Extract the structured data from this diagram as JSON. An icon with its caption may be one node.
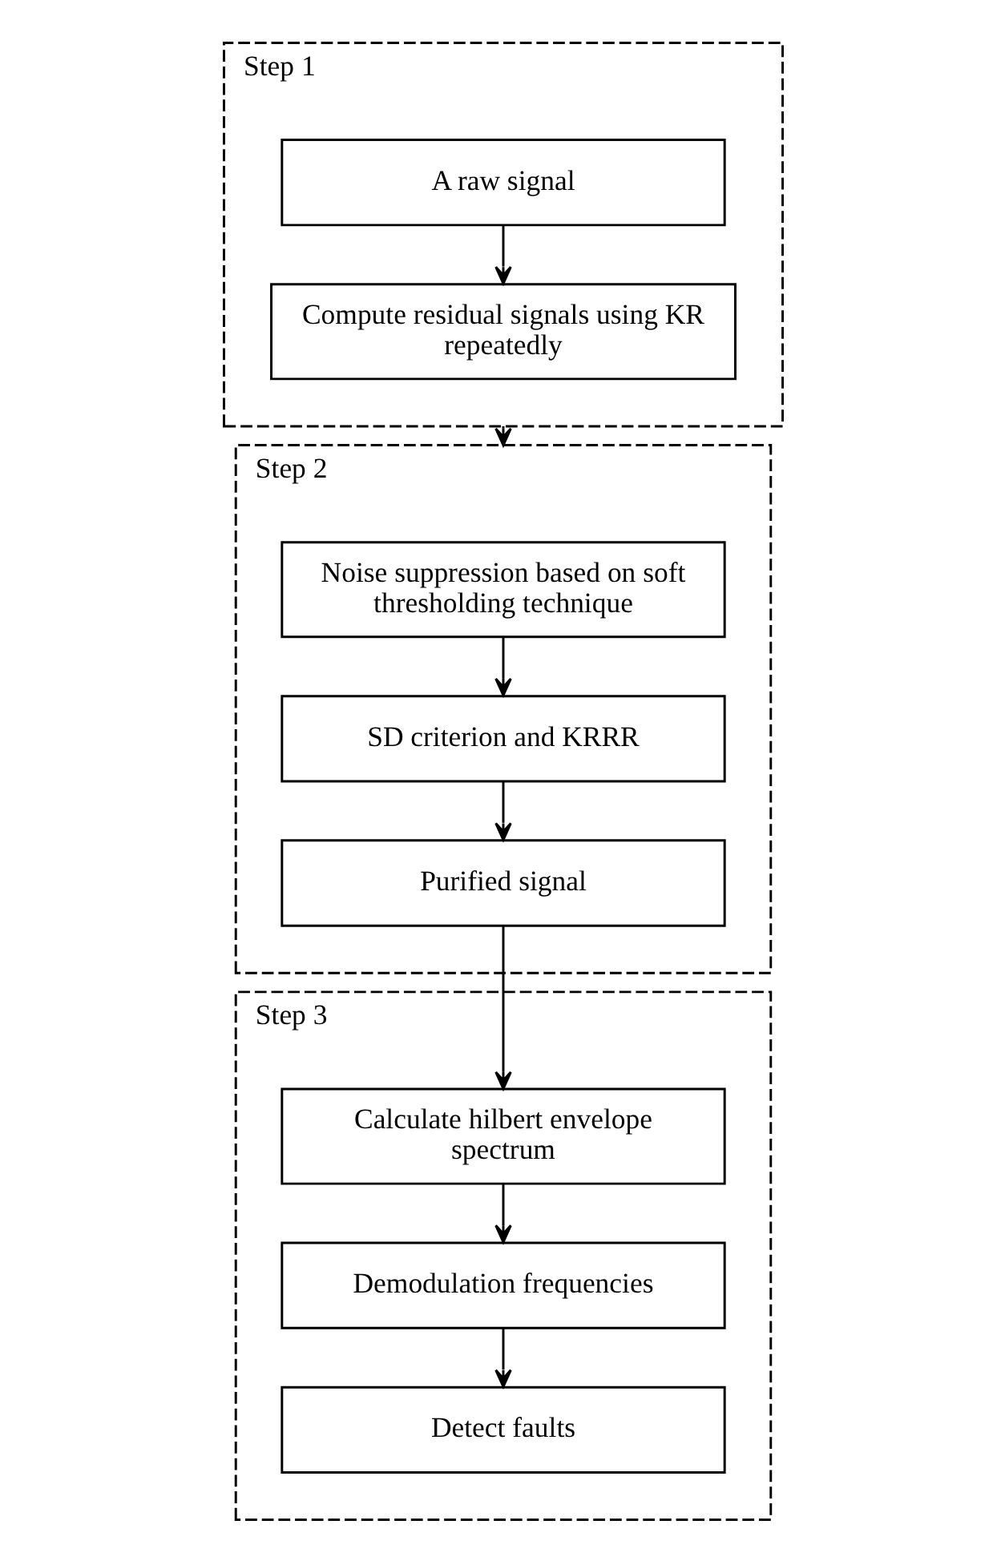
{
  "diagram": {
    "nodes": [
      {
        "text": [
          "Step 1"
        ]
      },
      {
        "text": [
          "A raw signal"
        ],
        "in": 0
      },
      {
        "text": [
          "Compute residual signals using KR repeatedly"
        ],
        "in": 0
      },
      {
        "text": [
          "Step 2"
        ]
      },
      {
        "text": [
          "Noise suppression based on soft thresholding technique"
        ],
        "in": 3
      },
      {
        "text": [
          "SD criterion and KRRR"
        ],
        "in": 3
      },
      {
        "text": [
          "Purified signal"
        ],
        "in": 3
      },
      {
        "text": [
          "Step 3"
        ]
      },
      {
        "text": [
          "Calculate hilbert envelope spectrum"
        ],
        "in": 7
      },
      {
        "text": [
          "Demodulation frequencies"
        ],
        "in": 7
      },
      {
        "text": [
          "Detect faults"
        ],
        "in": 7
      }
    ],
    "edges": [
      {
        "from": 1,
        "to": 2,
        "arrow": "to"
      },
      {
        "from": 0,
        "to": 3,
        "arrow": "to"
      },
      {
        "from": 4,
        "to": 5,
        "arrow": "to"
      },
      {
        "from": 5,
        "to": 6,
        "arrow": "to"
      },
      {
        "from": 6,
        "to": 8,
        "arrow": "to"
      },
      {
        "from": 8,
        "to": 9,
        "arrow": "to"
      },
      {
        "from": 9,
        "to": 10,
        "arrow": "to"
      }
    ]
  }
}
